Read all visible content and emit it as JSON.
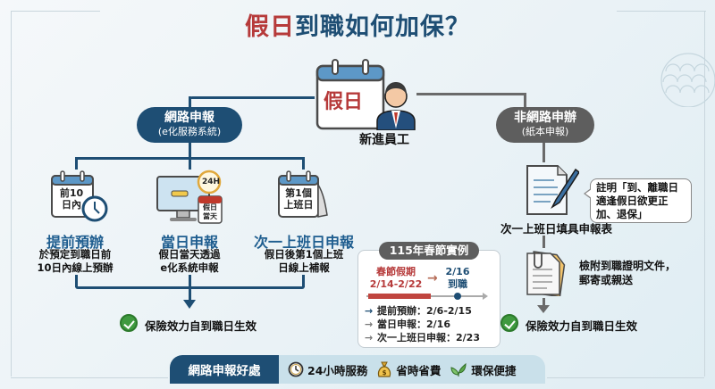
{
  "title": {
    "highlight": "假日",
    "rest": "到職如何加保？"
  },
  "center": {
    "calendar_text": "假日",
    "employee_label": "新進員工"
  },
  "online": {
    "pill_line1": "網路申報",
    "pill_line2": "(e化服務系統)",
    "steps": [
      {
        "icon_text_1": "前10",
        "icon_text_2": "日內",
        "title": "提前預辦",
        "desc_1": "於預定到職日前",
        "desc_2": "10日內線上預辦"
      },
      {
        "icon_badge": "24H",
        "icon_text_1": "假日",
        "icon_text_2": "當天",
        "title": "當日申報",
        "desc_1": "假日當天透過",
        "desc_2": "e化系統申報"
      },
      {
        "icon_text_1": "第1個",
        "icon_text_2": "上班日",
        "title": "次一上班日申報",
        "desc_1": "假日後第1個上班",
        "desc_2": "日線上補報"
      }
    ],
    "effect": "保險效力自到職日生效"
  },
  "offline": {
    "pill_line1": "非網路申辦",
    "pill_line2": "(紙本申報)",
    "form_label": "次一上班日填具申報表",
    "bubble": [
      "註明「到、離職日",
      "適逢假日欲更正",
      "加、退保」"
    ],
    "attach": [
      "檢附到職證明文件，",
      "郵寄或親送"
    ],
    "effect": "保險效力自到職日生效"
  },
  "example": {
    "tag": "115年春節實例",
    "holiday_label": "春節假期",
    "holiday_range": "2/14-2/22",
    "onboard_date": "2/16",
    "onboard_label": "到職",
    "rows": [
      {
        "arrow": "→",
        "text": "提前預辦：2/6-2/15"
      },
      {
        "arrow": "→",
        "text": "當日申報：2/16"
      },
      {
        "arrow": "→",
        "text": "次一上班日申報：2/23"
      }
    ]
  },
  "benefits": {
    "head": "網路申報好處",
    "items": [
      {
        "icon": "clock-icon",
        "label": "24小時服務"
      },
      {
        "icon": "money-bag-icon",
        "label": "省時省費"
      },
      {
        "icon": "leaf-icon",
        "label": "環保便捷"
      }
    ]
  },
  "colors": {
    "primary": "#1e4e74",
    "accent_red": "#b63a3a",
    "gray": "#5e5e5e",
    "check_green": "#3f9a3f"
  }
}
